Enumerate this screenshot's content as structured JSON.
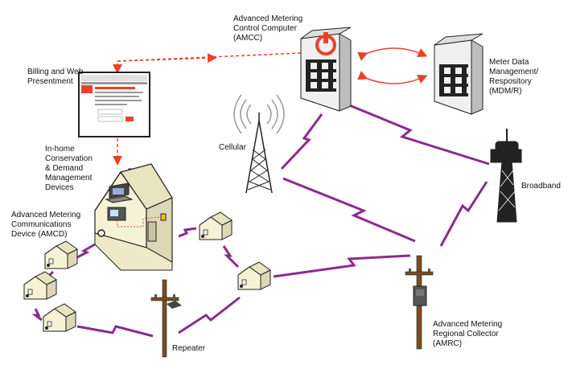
{
  "labels": {
    "amcc": [
      "Advanced Metering",
      "Control Computer",
      "(AMCC)"
    ],
    "mdm": [
      "Meter Data",
      "Management/",
      "Respository",
      "(MDM/R)"
    ],
    "billing": [
      "Billing and Web",
      "Presentment"
    ],
    "cellular": "Cellular",
    "inhome": [
      "In-home",
      "Conservation",
      "& Demand",
      "Management",
      "Devices"
    ],
    "amcd": [
      "Advanced Metering",
      "Communications",
      "Device (AMCD)"
    ],
    "broadband": "Broadband",
    "amrc": [
      "Advanced Metering",
      "Regional Collector",
      "(AMRC)"
    ],
    "repeater": "Repeater"
  },
  "colors": {
    "wireless_link": "#8a2b8f",
    "data_flow": "#e8432a",
    "server_face": "#f0f0f0",
    "server_side": "#bdbdbd",
    "house_wall": "#f6f2d6",
    "house_roof": "#e8e4c0",
    "pole": "#7a4e24",
    "outline": "#222222"
  }
}
